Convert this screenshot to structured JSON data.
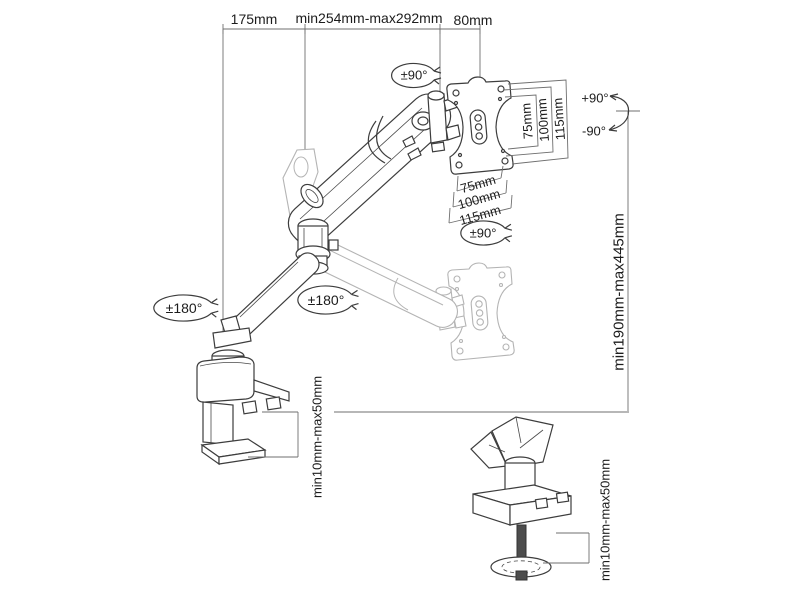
{
  "colors": {
    "background": "#ffffff",
    "line_art": "#3d3d3d",
    "ghost_line": "#b4b4b4",
    "dimension_line": "#6f6f6f",
    "text": "#1c1c1c"
  },
  "labels": {
    "arm_length": "175mm",
    "extension_range": "min254mm-max292mm",
    "head_width": "80mm",
    "head_swivel": "±90°",
    "tilt_up": "+90°",
    "tilt_down": "-90°",
    "height_range": "min190mm-max445mm",
    "plate_rotation": "±90°",
    "base_rotation": "±180°",
    "elbow_rotation": "±180°",
    "clamp_thickness": "min10mm-max50mm",
    "grommet_thickness": "min10mm-max50mm",
    "vesa_vertical": [
      "75mm",
      "100mm",
      "115mm"
    ],
    "vesa_horizontal": [
      "75mm",
      "100mm",
      "115mm"
    ]
  }
}
